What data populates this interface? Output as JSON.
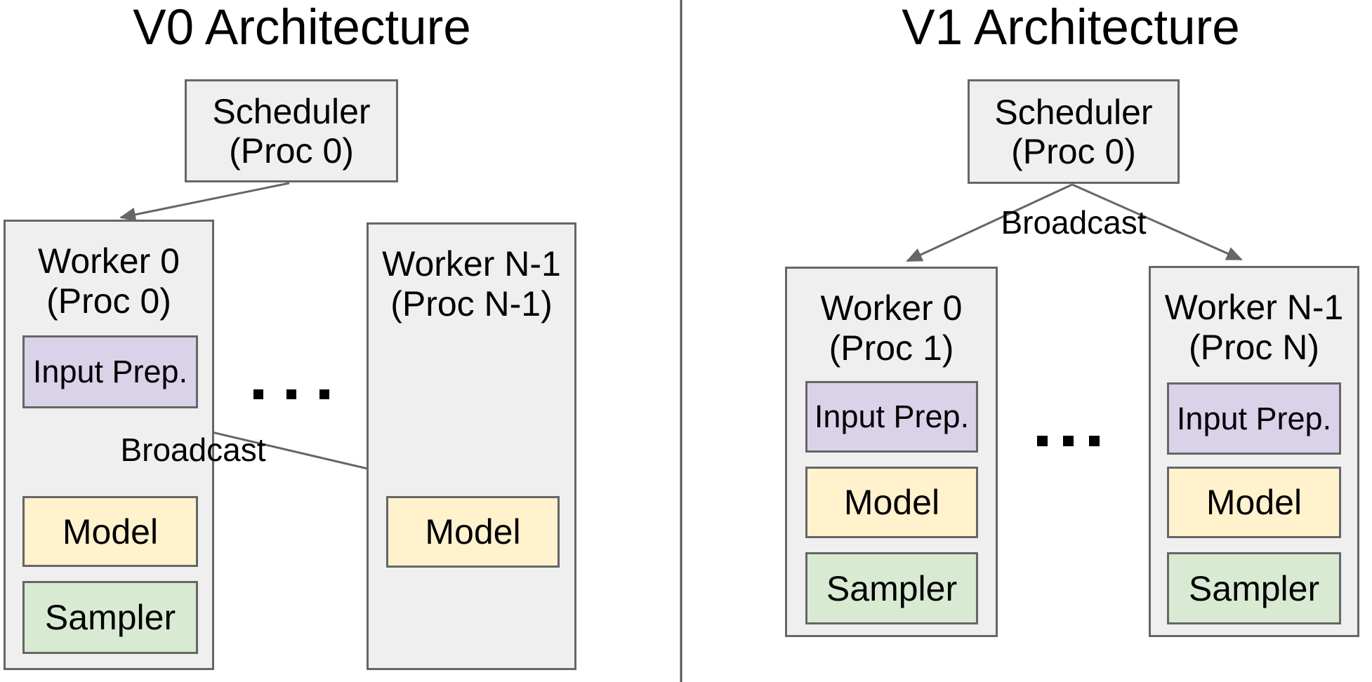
{
  "diagram": {
    "v0": {
      "title": "V0 Architecture",
      "scheduler": {
        "line1": "Scheduler",
        "line2": "(Proc 0)"
      },
      "broadcast": "Broadcast",
      "worker0": {
        "line1": "Worker 0",
        "line2": "(Proc 0)",
        "input_prep": "Input Prep.",
        "model": "Model",
        "sampler": "Sampler"
      },
      "workerN": {
        "line1": "Worker N-1",
        "line2": "(Proc N-1)",
        "model": "Model"
      },
      "ellipsis": "· · ·"
    },
    "v1": {
      "title": "V1 Architecture",
      "scheduler": {
        "line1": "Scheduler",
        "line2": "(Proc 0)"
      },
      "broadcast": "Broadcast",
      "worker0": {
        "line1": "Worker 0",
        "line2": "(Proc 1)",
        "input_prep": "Input Prep.",
        "model": "Model",
        "sampler": "Sampler"
      },
      "workerN": {
        "line1": "Worker N-1",
        "line2": "(Proc N)",
        "input_prep": "Input Prep.",
        "model": "Model",
        "sampler": "Sampler"
      },
      "ellipsis": "· · ·"
    },
    "colors": {
      "box_fill": "#efefef",
      "box_border": "#666666",
      "input_prep_fill": "#d9d2e9",
      "model_fill": "#fff2cc",
      "sampler_fill": "#d9ead3",
      "arrow": "#666666",
      "divider": "#555555",
      "text": "#000000",
      "background": "#ffffff"
    }
  }
}
